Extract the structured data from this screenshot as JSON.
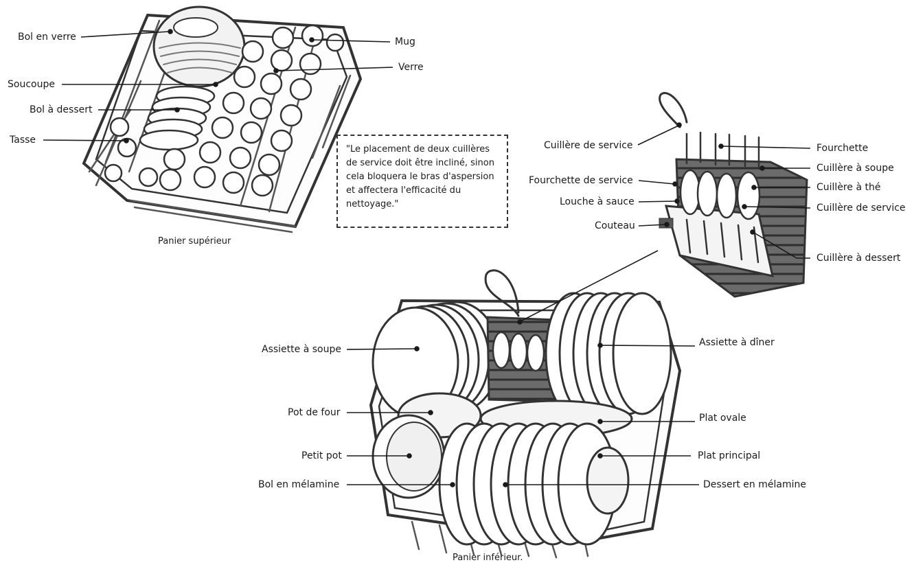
{
  "upper_basket": {
    "caption": "Panier supérieur",
    "labels": {
      "bol_en_verre": "Bol en verre",
      "soucoupe": "Soucoupe",
      "bol_a_dessert": "Bol à dessert",
      "tasse": "Tasse",
      "mug": "Mug",
      "verre": "Verre"
    }
  },
  "note": "\"Le placement de deux cuillères de service doit être incliné, sinon cela bloquera le bras d'aspersion et affectera l'efficacité du nettoyage.\"",
  "cutlery_basket": {
    "labels": {
      "cuillere_de_service_left": "Cuillère de service",
      "fourchette_de_service": "Fourchette de service",
      "louche_a_sauce": "Louche à sauce",
      "couteau": "Couteau",
      "fourchette": "Fourchette",
      "cuillere_a_soupe": "Cuillère à soupe",
      "cuillere_a_the": "Cuillère à thé",
      "cuillere_de_service_right": "Cuillère de service",
      "cuillere_a_dessert": "Cuillère à dessert"
    }
  },
  "lower_basket": {
    "caption": "Panier inférieur.",
    "labels": {
      "assiette_a_soupe": "Assiette à soupe",
      "pot_de_four": "Pot de four",
      "petit_pot": "Petit pot",
      "bol_en_melamine": "Bol en mélamine",
      "assiette_a_diner": "Assiette à dîner",
      "plat_ovale": "Plat ovale",
      "plat_principal": "Plat principal",
      "dessert_en_melamine": "Dessert en mélamine"
    }
  }
}
